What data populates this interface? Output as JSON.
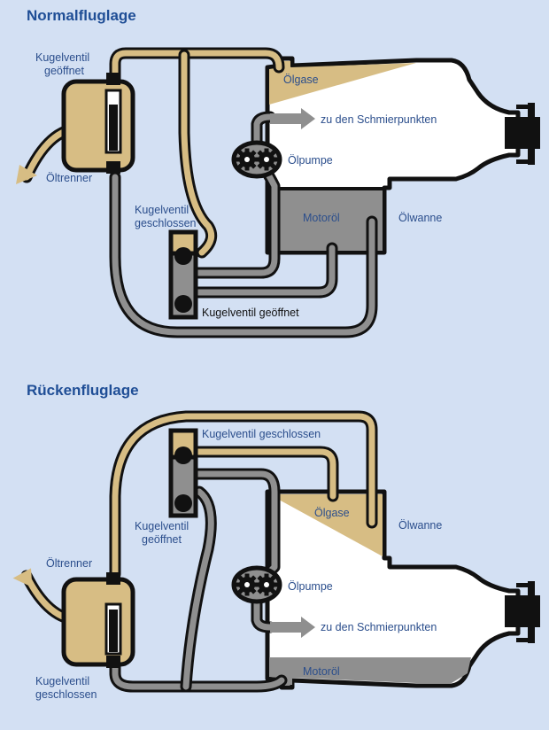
{
  "normal": {
    "title": "Normalfluglage",
    "labels": {
      "kugelventil_geoeffnet_1": "Kugelventil",
      "kugelventil_geoeffnet_2": "geöffnet",
      "oeltrenner": "Öltrenner",
      "oelgase": "Ölgase",
      "schmierpunkte": "zu den Schmierpunkten",
      "oelpumpe": "Ölpumpe",
      "kugelventil_geschlossen_1": "Kugelventil",
      "kugelventil_geschlossen_2": "geschlossen",
      "motoroel": "Motoröl",
      "oelwanne": "Ölwanne",
      "kugelventil_unten": "Kugelventil geöffnet"
    }
  },
  "inverted": {
    "title": "Rückenfluglage",
    "labels": {
      "kugelventil_geschlossen_top": "Kugelventil geschlossen",
      "oelgase": "Ölgase",
      "oelwanne": "Ölwanne",
      "kugelventil_geoeffnet_1": "Kugelventil",
      "kugelventil_geoeffnet_2": "geöffnet",
      "oeltrenner": "Öltrenner",
      "oelpumpe": "Ölpumpe",
      "schmierpunkte": "zu den Schmierpunkten",
      "motoroel": "Motoröl",
      "kugelventil_geschlossen_1": "Kugelventil",
      "kugelventil_geschlossen_2": "geschlossen"
    }
  },
  "colors": {
    "background": "#d3e0f3",
    "gas": "#d7bd84",
    "oil": "#8f8f8f",
    "outline": "#111111",
    "title": "#1f4e96",
    "label": "#2b4e8c"
  }
}
